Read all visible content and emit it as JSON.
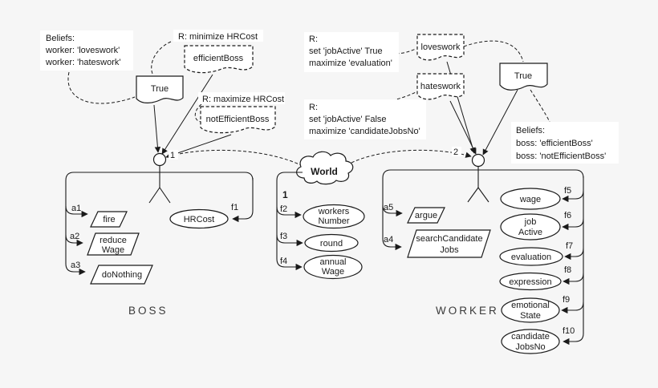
{
  "colors": {
    "background": "#f6f6f6",
    "ink": "#1a1a1a",
    "panel": "#ffffff"
  },
  "boss": {
    "section_label": "BOSS",
    "head_number": "1",
    "beliefs": {
      "title": "Beliefs:",
      "line1": "worker: 'loveswork'",
      "line2": "worker: 'hateswork'"
    },
    "true_note": "True",
    "rule_minimize": {
      "label": "R: minimize HRCost",
      "note": "efficientBoss"
    },
    "rule_maximize": {
      "label": "R: maximize HRCost",
      "note": "notEfficientBoss"
    },
    "actions": [
      {
        "id": "a1",
        "line1": "fire",
        "line2": ""
      },
      {
        "id": "a2",
        "line1": "reduce",
        "line2": "Wage"
      },
      {
        "id": "a3",
        "line1": "doNothing",
        "line2": ""
      }
    ],
    "fluents": [
      {
        "id": "f1",
        "line1": "HRCost"
      }
    ]
  },
  "world": {
    "label": "World",
    "bracket_label": "1",
    "fluents": [
      {
        "id": "f2",
        "line1": "workers",
        "line2": "Number"
      },
      {
        "id": "f3",
        "line1": "round",
        "line2": ""
      },
      {
        "id": "f4",
        "line1": "annual",
        "line2": "Wage"
      }
    ]
  },
  "worker": {
    "section_label": "WORKER",
    "head_number": "2",
    "beliefs": {
      "title": "Beliefs:",
      "line1": "boss: 'efficientBoss'",
      "line2": "boss: 'notEfficientBoss'"
    },
    "true_note": "True",
    "rule_loveswork": {
      "line1": "R:",
      "line2": "set 'jobActive' True",
      "line3": "maximize 'evaluation'",
      "note": "loveswork"
    },
    "rule_hateswork": {
      "line1": "R:",
      "line2": "set 'jobActive' False",
      "line3": "maximize 'candidateJobsNo'",
      "note": "hateswork"
    },
    "actions": [
      {
        "id": "a5",
        "line1": "argue",
        "line2": ""
      },
      {
        "id": "a4",
        "line1": "searchCandidate",
        "line2": "Jobs"
      }
    ],
    "fluents": [
      {
        "id": "f5",
        "line1": "wage",
        "line2": ""
      },
      {
        "id": "f6",
        "line1": "job",
        "line2": "Active"
      },
      {
        "id": "f7",
        "line1": "evaluation",
        "line2": ""
      },
      {
        "id": "f8",
        "line1": "expression",
        "line2": ""
      },
      {
        "id": "f9",
        "line1": "emotional",
        "line2": "State"
      },
      {
        "id": "f10",
        "line1": "candidate",
        "line2": "JobsNo"
      }
    ]
  }
}
